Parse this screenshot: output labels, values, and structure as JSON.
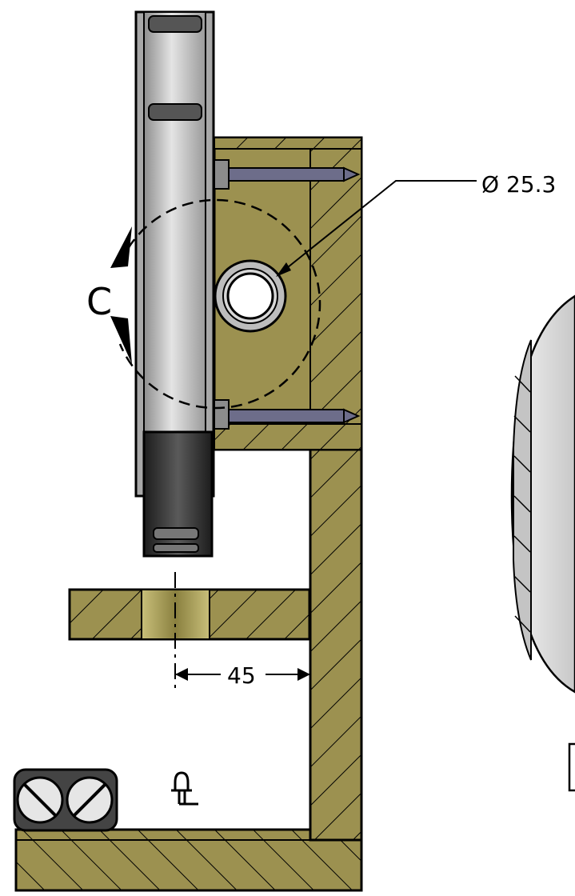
{
  "drawing": {
    "diameter_label": "Ø 25.3",
    "section_view_label": "C",
    "distance_label": "45"
  },
  "colors": {
    "section_fill": "#9c9150",
    "hatch": "#000000",
    "tube_light": "#e4e4e4",
    "tube_shadow": "#8e8e8e",
    "tube_dark": "#2a2a2a",
    "background": "#ffffff"
  }
}
